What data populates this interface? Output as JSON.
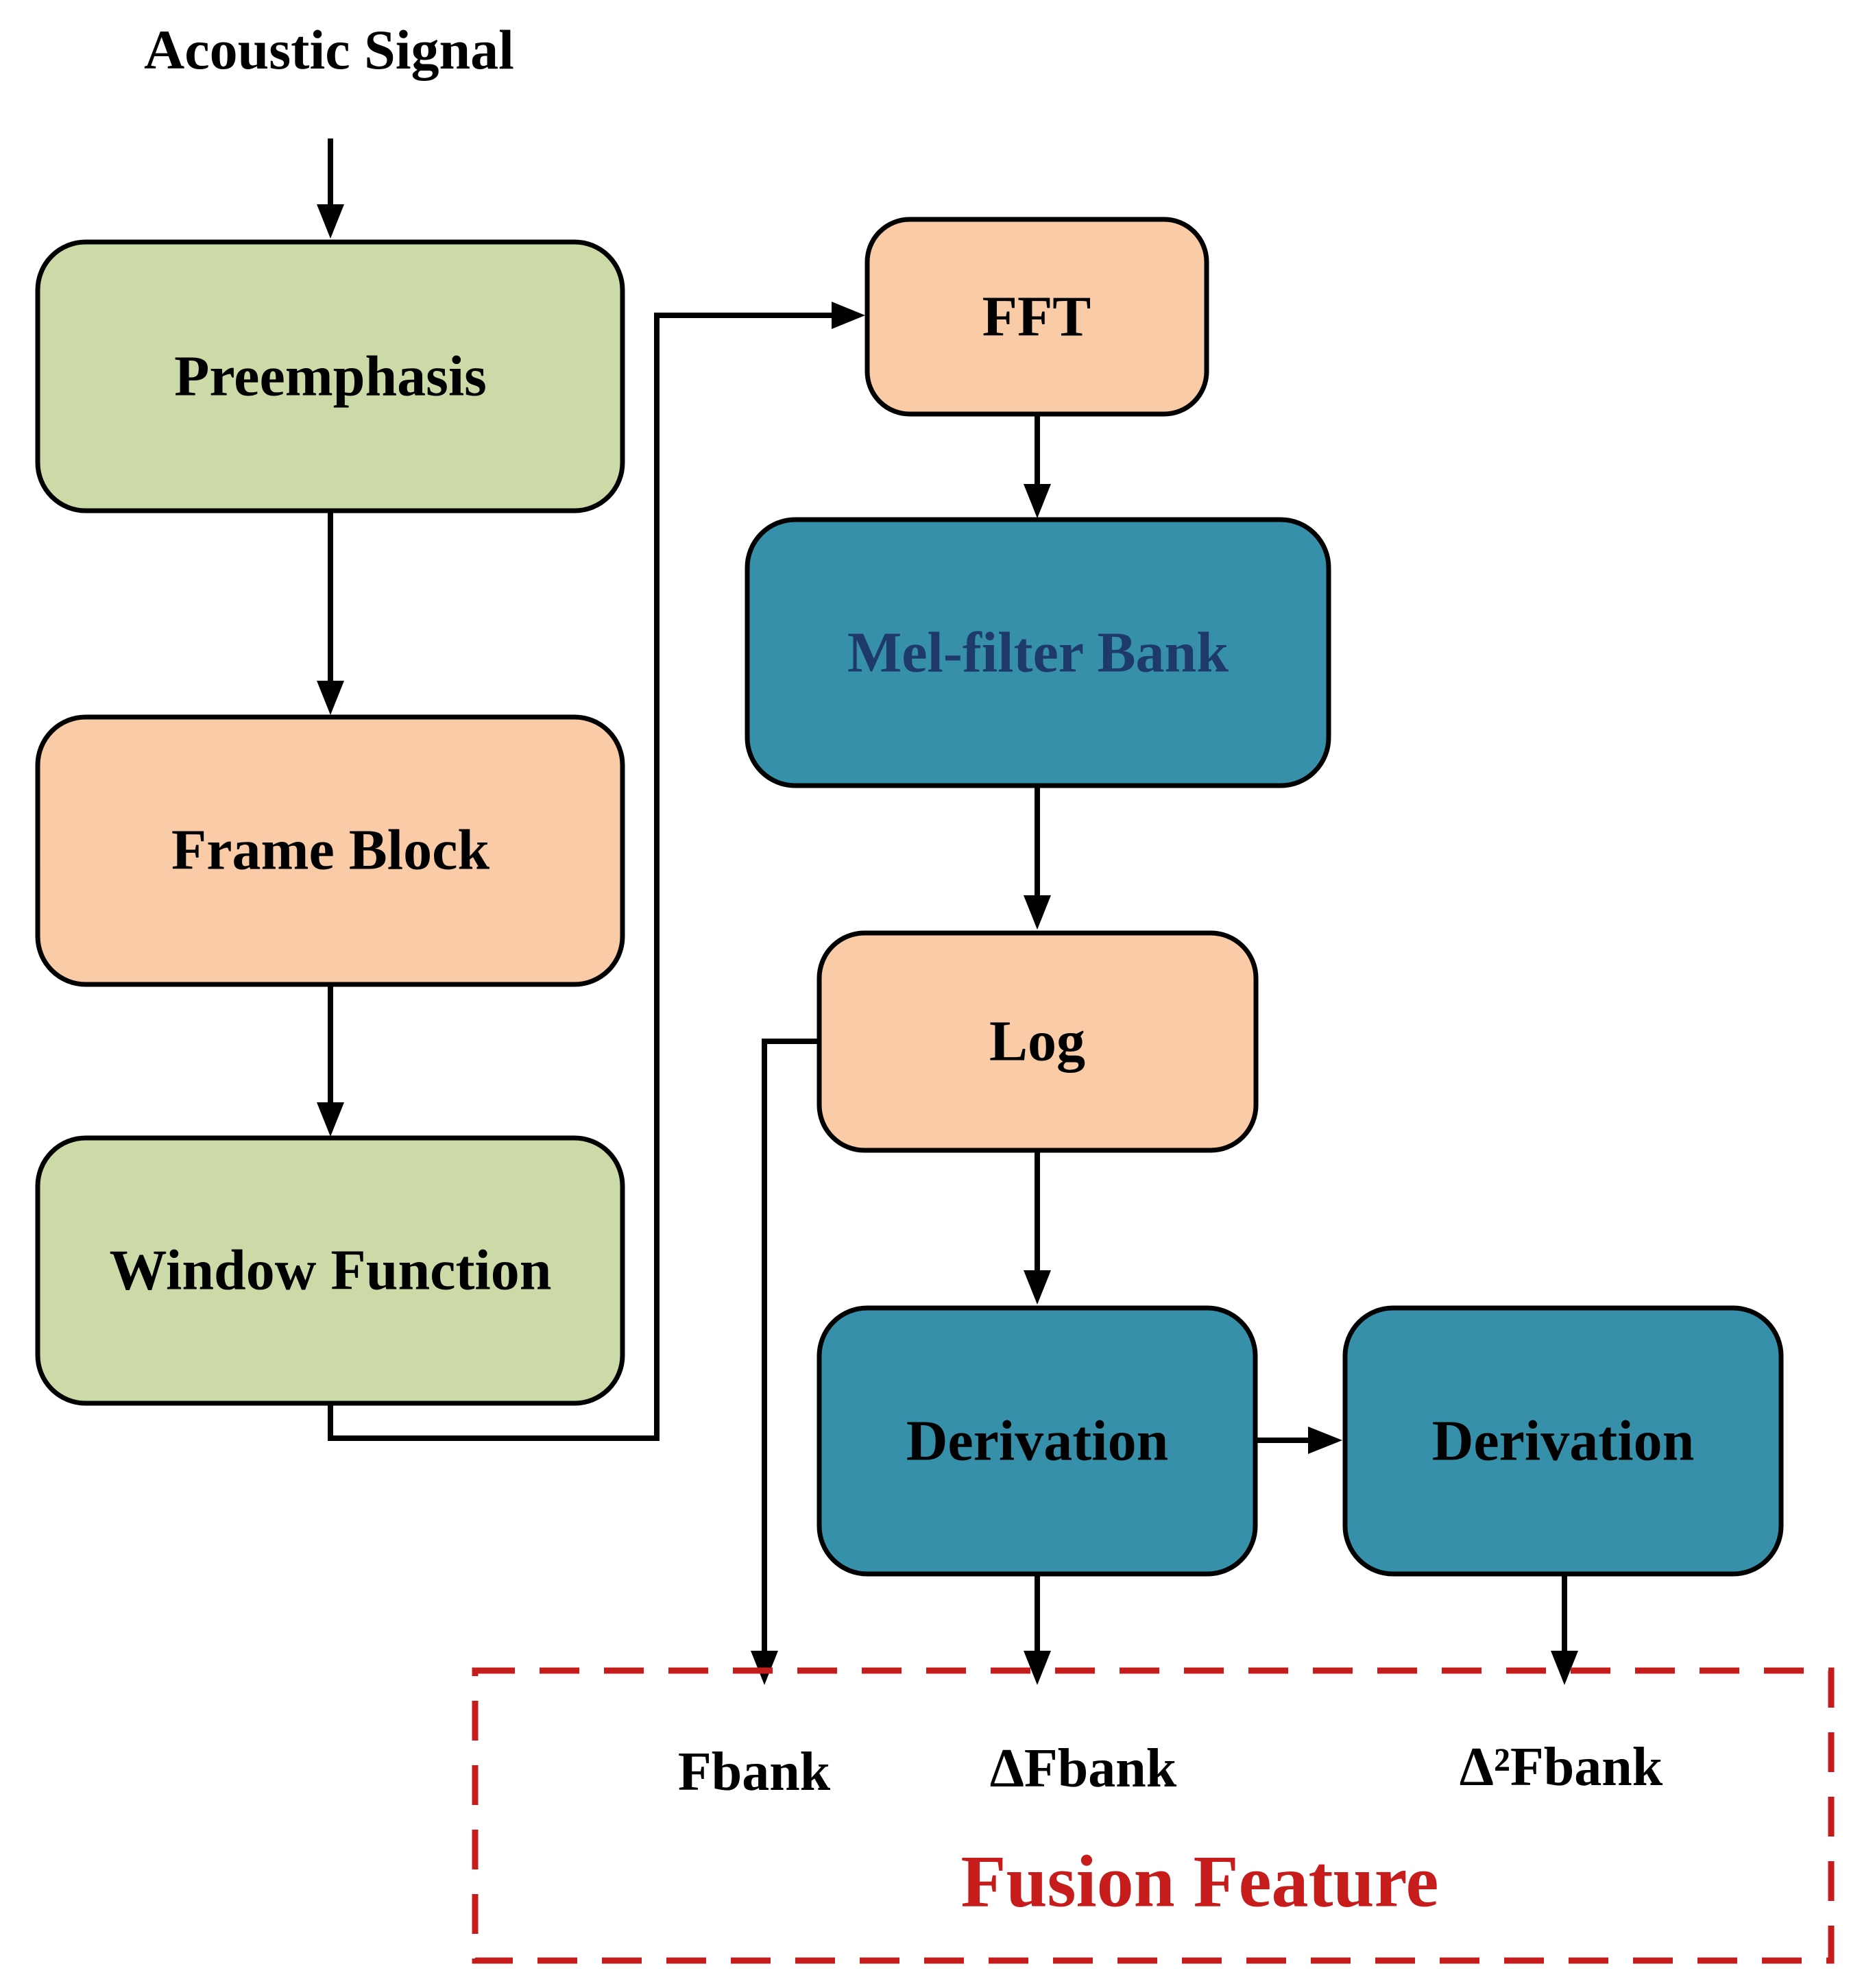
{
  "input_label": "Acoustic Signal",
  "nodes": {
    "preemphasis": "Preemphasis",
    "frame_block": "Frame Block",
    "window_function": "Window Function",
    "fft": "FFT",
    "mel_filter_bank": "Mel-filter Bank",
    "log": "Log",
    "derivation_1": "Derivation",
    "derivation_2": "Derivation"
  },
  "outputs": {
    "fbank": "Fbank",
    "delta_fbank": "ΔFbank",
    "delta2_fbank": "Δ²Fbank"
  },
  "fusion_group": {
    "label": "Fusion Feature"
  },
  "colors": {
    "green_fill": "#CCDAA8",
    "peach_fill": "#F9CBA6",
    "teal_fill": "#3690A9",
    "mel_text": "#1E3A6A",
    "fusion_red": "#C71C1C",
    "line": "#000000"
  }
}
